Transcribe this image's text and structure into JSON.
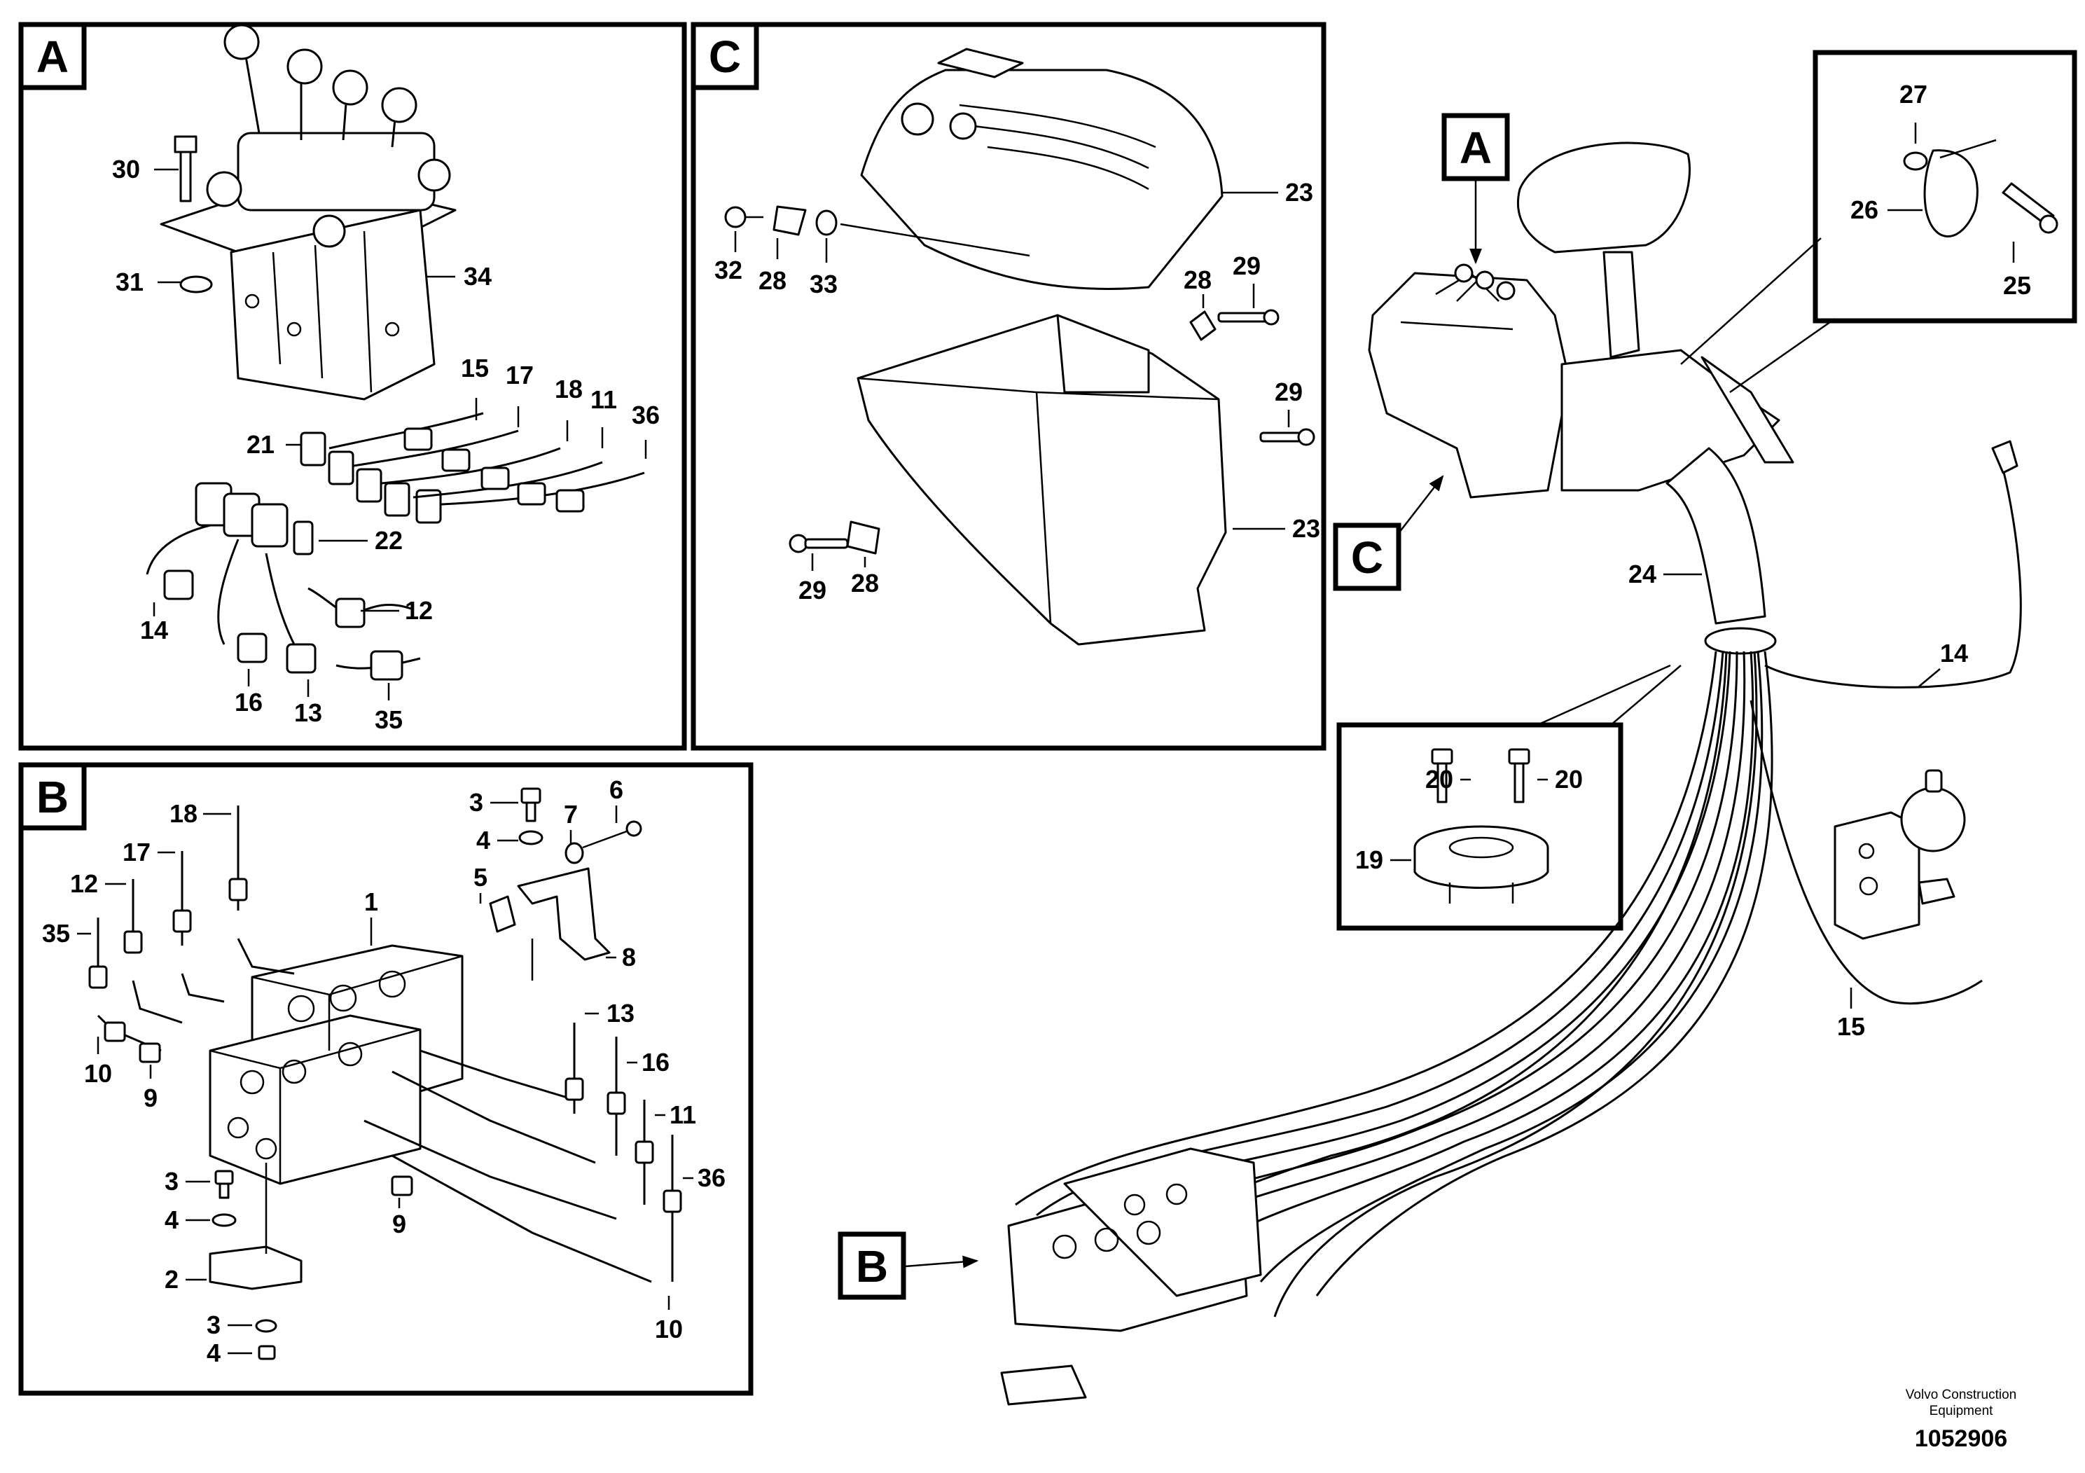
{
  "panels": {
    "a": {
      "tag": "A",
      "callouts": [
        "30",
        "31",
        "34",
        "15",
        "17",
        "18",
        "11",
        "36",
        "21",
        "22",
        "12",
        "14",
        "16",
        "13",
        "35"
      ]
    },
    "b": {
      "tag": "B",
      "callouts": [
        "18",
        "17",
        "12",
        "35",
        "1",
        "10",
        "9",
        "3",
        "4",
        "5",
        "7",
        "6",
        "8",
        "13",
        "16",
        "11",
        "36",
        "9",
        "3",
        "4",
        "2",
        "3",
        "4",
        "10"
      ]
    },
    "c": {
      "tag": "C",
      "callouts": [
        "23",
        "32",
        "28",
        "33",
        "28",
        "29",
        "29",
        "23",
        "29",
        "28"
      ]
    },
    "inset_clamp": {
      "callouts": [
        "27",
        "26",
        "25"
      ]
    },
    "inset_flange": {
      "callouts": [
        "20",
        "20",
        "19"
      ]
    }
  },
  "overview": {
    "tags": [
      "A",
      "C",
      "B"
    ],
    "callouts": [
      "24",
      "14",
      "15"
    ]
  },
  "footer": {
    "credit_line1": "Volvo Construction",
    "credit_line2": "Equipment",
    "doc_number": "1052906"
  }
}
